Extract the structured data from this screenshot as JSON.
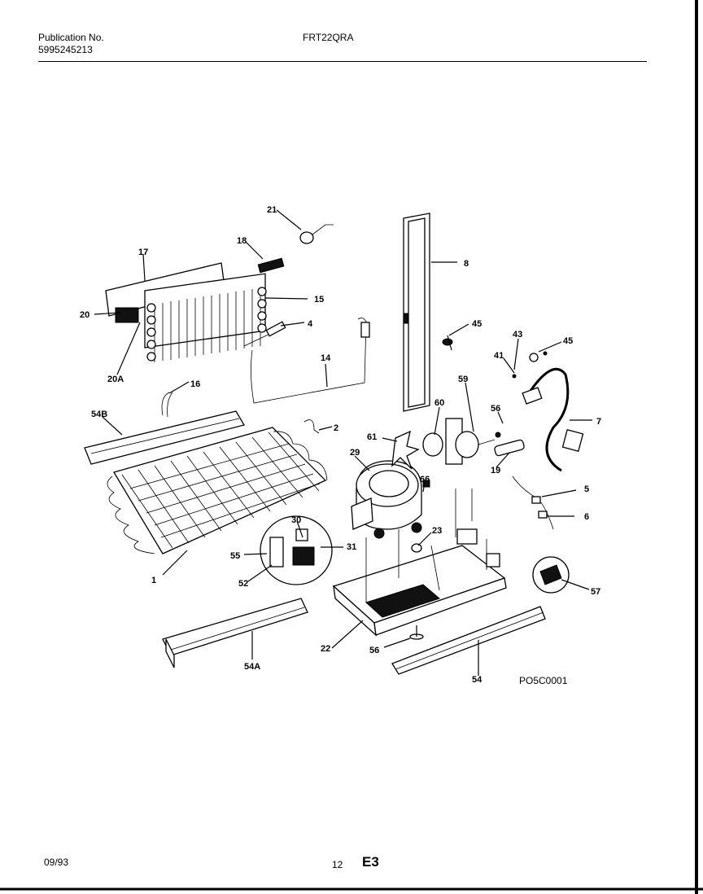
{
  "header": {
    "publication_label": "Publication No.",
    "publication_number": "5995245213",
    "model": "FRT22QRA"
  },
  "diagram": {
    "drawing_code": "PO5C0001",
    "callouts": {
      "c1": "1",
      "c2": "2",
      "c4": "4",
      "c5": "5",
      "c6": "6",
      "c7": "7",
      "c8": "8",
      "c14": "14",
      "c15": "15",
      "c16": "16",
      "c17": "17",
      "c18": "18",
      "c19": "19",
      "c20": "20",
      "c20A": "20A",
      "c21": "21",
      "c22": "22",
      "c23": "23",
      "c29": "29",
      "c30": "30",
      "c31": "31",
      "c41": "41",
      "c43": "43",
      "c45a": "45",
      "c45b": "45",
      "c52": "52",
      "c54": "54",
      "c54A": "54A",
      "c54B": "54B",
      "c55": "55",
      "c56a": "56",
      "c56b": "56",
      "c57": "57",
      "c59": "59",
      "c60": "60",
      "c61": "61",
      "c66": "66"
    }
  },
  "footer": {
    "date": "09/93",
    "page": "12",
    "section": "E3"
  }
}
